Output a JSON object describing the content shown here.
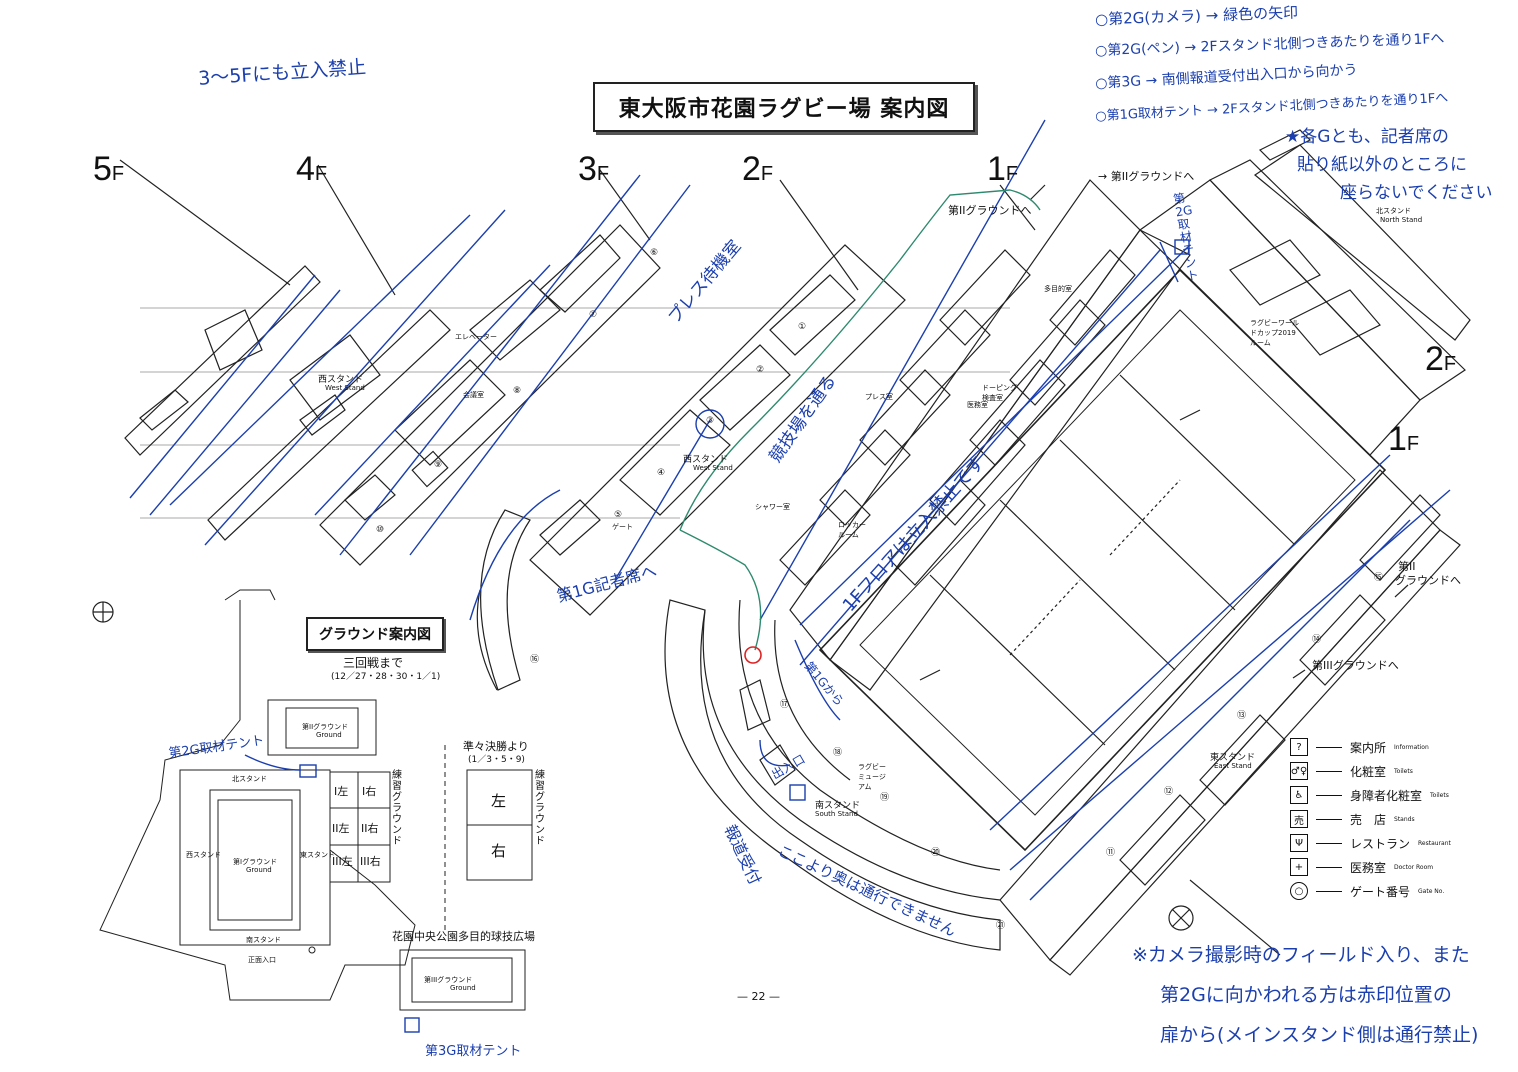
{
  "title": "東大阪市花園ラグビー場 案内図",
  "floors": {
    "f5": "5",
    "f4": "4",
    "f3": "3",
    "f2": "2",
    "f1": "1",
    "suffix": "F",
    "east_2f": "2",
    "east_1f": "1"
  },
  "directions": {
    "to_ground2_top": "→ 第IIグラウンドへ",
    "to_ground2_mid": "第IIグラウンドへ",
    "to_ground2_right_a": "第II",
    "to_ground2_right_b": "グラウンドへ",
    "to_ground3": "第IIIグラウンドへ"
  },
  "stands": {
    "west_5f": "西スタンド",
    "west_5f_en": "West Stand",
    "west_2f": "西スタンド",
    "west_2f_en": "West Stand",
    "north": "北スタンド",
    "north_en": "North Stand",
    "east": "東スタンド",
    "east_en": "East Stand",
    "south": "南スタンド",
    "south_en": "South Stand"
  },
  "rooms": {
    "shower": "シャワー室",
    "rugby_museum": "ラグビーミュージアム",
    "medical": "医務室",
    "doping": "ドーピング検査室",
    "conference": "会議室",
    "press": "プレス室",
    "locker": "ロッカールーム",
    "multipurpose": "多目的室",
    "elevator": "エレベーター",
    "rwc_room": "ラグビーワールドカップ2019ルーム"
  },
  "gates": [
    "①",
    "②",
    "③",
    "④",
    "⑤",
    "⑥",
    "⑦",
    "⑧",
    "⑨",
    "⑩",
    "⑪",
    "⑫",
    "⑬",
    "⑭",
    "⑮",
    "⑯",
    "⑰",
    "⑱",
    "⑲",
    "⑳",
    "㉑"
  ],
  "gate_label": "ゲート",
  "ground_map": {
    "title": "グラウンド案内図",
    "until_r3": "三回戦まで",
    "until_r3_dates": "(12／27・28・30・1／1)",
    "from_qf": "準々決勝より",
    "from_qf_dates": "(1／3・5・9)",
    "practice": "練習グラウンド",
    "left": "左",
    "right": "右",
    "g1_left": "I左",
    "g1_right": "I右",
    "g2_left": "II左",
    "g2_right": "II右",
    "g3_left": "III左",
    "g3_right": "III右",
    "ground1": "第Iグラウンド",
    "ground1_en": "Ground",
    "ground2": "第IIグラウンド",
    "ground2_en": "Ground",
    "ground3": "第IIIグラウンド",
    "ground3_en": "Ground",
    "main_stand": "東スタンド",
    "west_stand": "西スタンド",
    "south_stand": "南スタンド",
    "north_stand": "北スタンド",
    "main_gate": "正面入口",
    "park": "花園中央公園多目的球技広場"
  },
  "legend": [
    {
      "icon": "?",
      "ja": "案内所",
      "en": "Information",
      "icon_name": "info-icon"
    },
    {
      "icon": "♂♀",
      "ja": "化粧室",
      "en": "Toilets",
      "icon_name": "toilet-icon"
    },
    {
      "icon": "♿",
      "ja": "身障者化粧室",
      "en": "Toilets",
      "icon_name": "wheelchair-icon"
    },
    {
      "icon": "売",
      "ja": "売　店",
      "en": "Stands",
      "icon_name": "stand-icon"
    },
    {
      "icon": "Ψ",
      "ja": "レストラン",
      "en": "Restaurant",
      "icon_name": "restaurant-icon"
    },
    {
      "icon": "+",
      "ja": "医務室",
      "en": "Doctor Room",
      "icon_name": "doctor-icon"
    },
    {
      "icon": "○",
      "ja": "ゲート番号",
      "en": "Gate No.",
      "icon_name": "gate-icon"
    }
  ],
  "page_number": "— 22 —",
  "handwritten": {
    "no_entry_35": "3〜5Fにも立入禁止",
    "note1": "○第2G(カメラ) → 緑色の矢印",
    "note2": "○第2G(ペン) → 2Fスタンド北側つきあたりを通り1Fへ",
    "note3": "○第3G → 南側報道受付出入口から向かう",
    "note4": "○第1G取材テント → 2Fスタンド北側つきあたりを通り1Fへ",
    "note5a": "★各Gとも、記者席の",
    "note5b": "貼り紙以外のところに",
    "note5c": "座らないでください",
    "press_tent_n": "第2G取材テント",
    "press_box": "プレス待機室",
    "via_stadium": "競技場を通る",
    "to_press_seat": "第1G記者席へ",
    "no_entry_1f": "1Fフロアは立入禁止です",
    "to_1g": "第1Gから",
    "press_reception": "報道受付",
    "no_pass": "ここより奥は通行できません",
    "entrance": "出入口",
    "press_tent_left": "第2G取材テント",
    "press_tent_bottom": "第3G取材テント",
    "bottom_note1": "※カメラ撮影時のフィールド入り、また",
    "bottom_note2": "第2Gに向かわれる方は赤印位置の",
    "bottom_note3": "扉から(メインスタンド側は通行禁止)"
  }
}
